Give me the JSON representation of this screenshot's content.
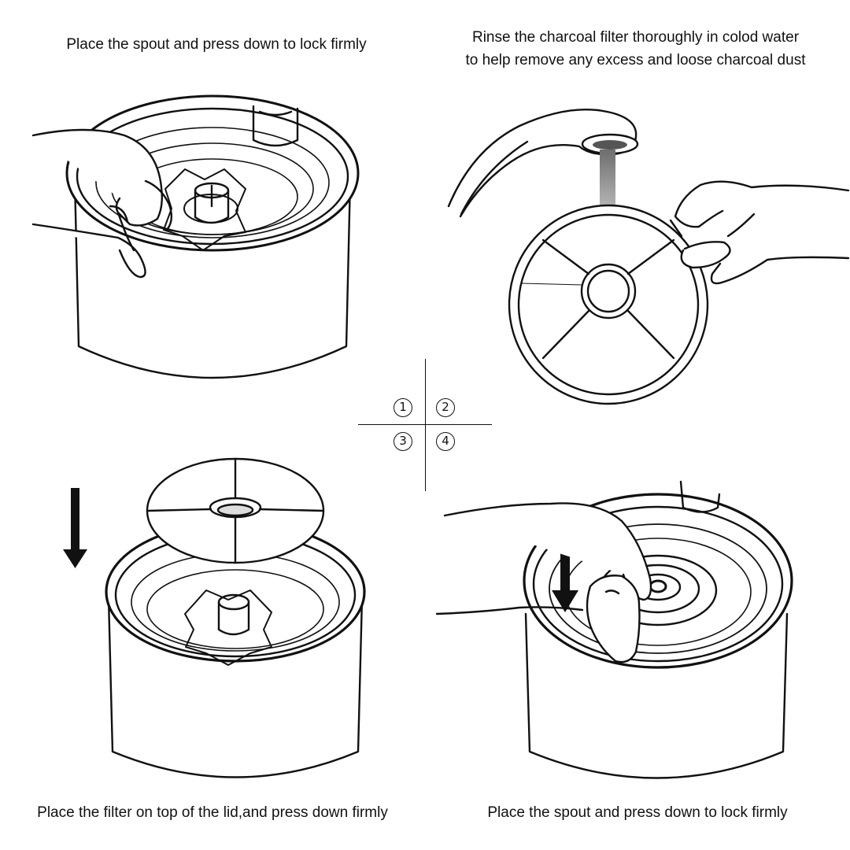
{
  "steps": [
    {
      "number": "1",
      "caption": "Place the spout and press down to lock firmly"
    },
    {
      "number": "2",
      "caption_lines": [
        "Rinse the charcoal filter thoroughly in colod water",
        "to help remove any excess and loose charcoal dust"
      ]
    },
    {
      "number": "3",
      "caption": "Place the filter on top of the lid,and press down firmly"
    },
    {
      "number": "4",
      "caption": "Place the spout and press down to lock firmly"
    }
  ],
  "icons": [
    "hand-icon",
    "faucet-icon",
    "down-arrow-icon",
    "fountain-bowl-icon",
    "charcoal-filter-disc-icon",
    "water-stream-icon"
  ],
  "colors": {
    "line": "#111111",
    "background": "#ffffff",
    "water": "#8c8c8c"
  }
}
